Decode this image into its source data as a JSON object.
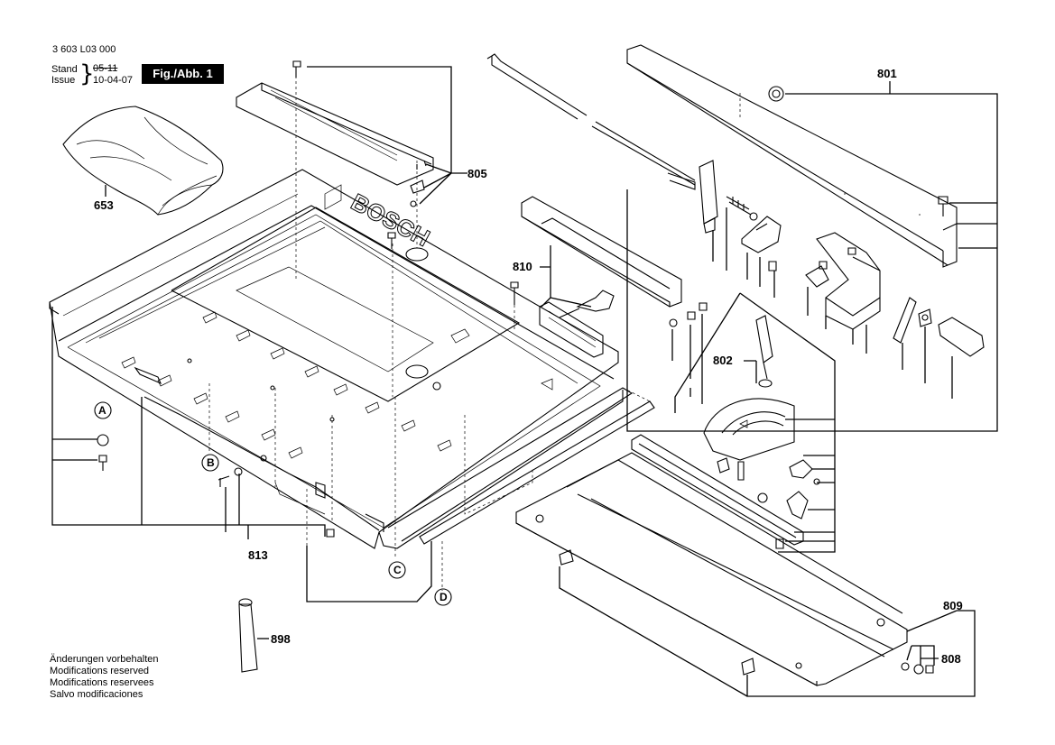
{
  "header": {
    "doc_number": "3 603 L03 000",
    "stand_label": "Stand",
    "issue_label": "Issue",
    "stand_value": "05-11",
    "issue_value": "10-04-07",
    "figure_label": "Fig./Abb. 1"
  },
  "notes": [
    "Änderungen vorbehalten",
    "Modifications reserved",
    "Modifications reservees",
    "Salvo modificaciones"
  ],
  "part_labels": {
    "p653": "653",
    "p805": "805",
    "p801": "801",
    "p810": "810",
    "p802": "802",
    "p813": "813",
    "p898": "898",
    "p809": "809",
    "p808": "808"
  },
  "callouts": {
    "a": "A",
    "b": "B",
    "c": "C",
    "d": "D"
  },
  "embossed_text": "BOSCH"
}
